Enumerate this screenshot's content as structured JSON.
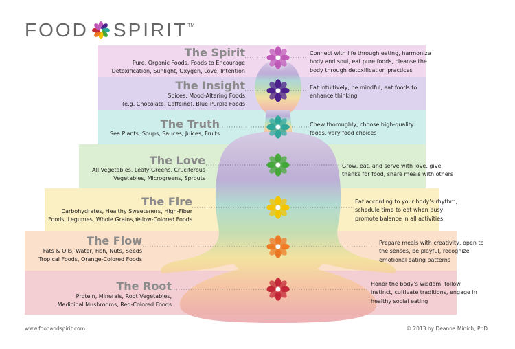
{
  "brand": {
    "name_left": "FOOD",
    "name_right": "SPIRIT",
    "trademark": "TM"
  },
  "chakras": [
    {
      "key": "spirit",
      "title": "The Spirit",
      "color": "#c05ab8",
      "band": "#f2d8ef",
      "foods": [
        "Pure, Organic Foods, Foods to Encourage",
        "Detoxification, Sunlight, Oxygen, Love, Intention"
      ],
      "note": [
        "Connect with life through eating, harmonize",
        "body and soul, eat pure foods, cleanse the",
        "body through detoxification practices"
      ]
    },
    {
      "key": "insight",
      "title": "The Insight",
      "color": "#4b1f8c",
      "band": "#ddd3ee",
      "foods": [
        "Spices, Mood-Altering Foods",
        "(e.g. Chocolate, Caffeine), Blue-Purple Foods"
      ],
      "note": [
        "Eat intuitively, be mindful, eat foods to",
        "enhance thinking"
      ]
    },
    {
      "key": "truth",
      "title": "The Truth",
      "color": "#2fa79a",
      "band": "#cdeeea",
      "foods": [
        "Sea Plants, Soups, Sauces, Juices, Fruits"
      ],
      "note": [
        "Chew thoroughly, choose high-quality",
        "foods, vary food choices"
      ]
    },
    {
      "key": "love",
      "title": "The Love",
      "color": "#45a83a",
      "band": "#dcefd2",
      "foods": [
        "All Vegetables, Leafy Greens, Cruciferous",
        "Vegetables, Microgreens, Sprouts"
      ],
      "note": [
        "Grow, eat, and serve with love, give",
        "thanks for food, share meals with others"
      ]
    },
    {
      "key": "fire",
      "title": "The Fire",
      "color": "#f2c500",
      "band": "#fbf0c4",
      "foods": [
        "Carbohydrates, Healthy Sweeteners, High-Fiber",
        "Foods, Legumes, Whole Grains,Yellow-Colored Foods"
      ],
      "note": [
        "Eat according to your body’s rhythm,",
        "schedule time to eat when busy,",
        "promote balance in all activities"
      ]
    },
    {
      "key": "flow",
      "title": "The Flow",
      "color": "#ee7a26",
      "band": "#fbe0cc",
      "foods": [
        "Fats & Oils, Water, Fish, Nuts, Seeds",
        "Tropical Foods, Orange-Colored Foods"
      ],
      "note": [
        "Prepare meals with creativity, open to",
        "the senses, be playful, recognize",
        "emotional eating patterns"
      ]
    },
    {
      "key": "root",
      "title": "The Root",
      "color": "#c42838",
      "band": "#f3cfd3",
      "foods": [
        "Protein, Minerals, Root Vegetables,",
        "Medicinal Mushrooms, Red-Colored Foods"
      ],
      "note": [
        "Honor the body’s wisdom, follow",
        "instinct, cultivate traditions, engage in",
        "healthy social eating"
      ]
    }
  ],
  "footer": {
    "website": "www.foodandspirit.com",
    "copyright": "© 2013 by Deanna Minich, PhD"
  }
}
